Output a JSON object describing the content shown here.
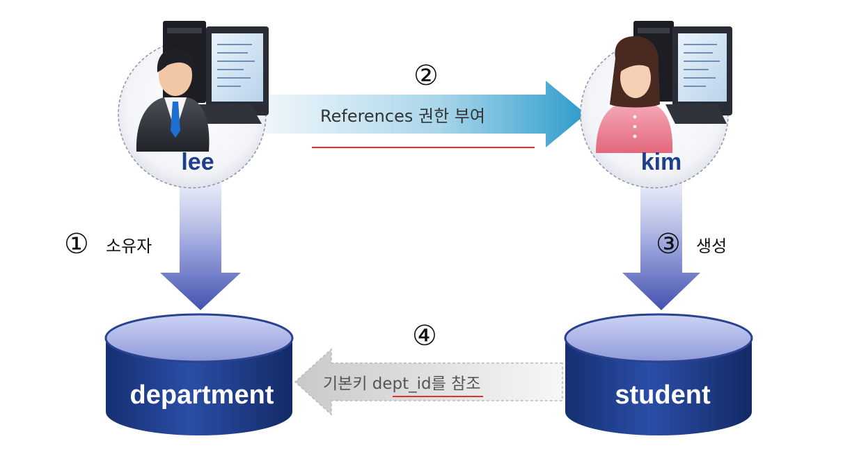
{
  "users": {
    "owner": {
      "name": "lee"
    },
    "grantee": {
      "name": "kim"
    }
  },
  "tables": {
    "referenced": {
      "name": "department"
    },
    "referencing": {
      "name": "student"
    }
  },
  "steps": [
    {
      "number": "①",
      "label": "소유자"
    },
    {
      "number": "②",
      "label": "References 권한 부여"
    },
    {
      "number": "③",
      "label": "생성"
    },
    {
      "number": "④",
      "label": "기본키 dept_id를 참조"
    }
  ],
  "colors": {
    "db_body": "#1e3f8e",
    "db_top": "#b9c2ef",
    "arrow_down": "#4e5fb8",
    "arrow_grant": "#3aa5cf",
    "arrow_reference": "#c9c9c9",
    "underline": "#e0302a"
  }
}
